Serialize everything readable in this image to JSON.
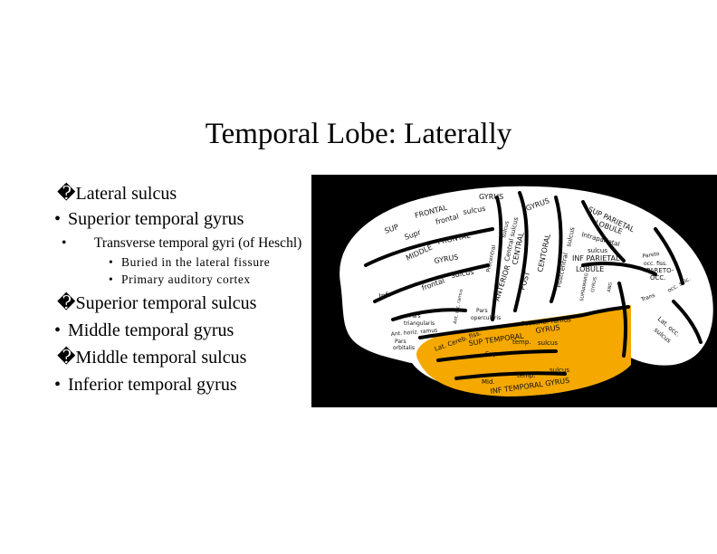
{
  "slide": {
    "title": "Temporal Lobe: Laterally",
    "bullets": [
      {
        "text": "�Lateral sulcus",
        "level": 1,
        "glyph": true
      },
      {
        "text": "Superior temporal gyrus",
        "level": 1
      },
      {
        "text": "Transverse temporal gyri (of Heschl)",
        "level": 2
      },
      {
        "text": "Buried in the lateral fissure",
        "level": 3
      },
      {
        "text": "Primary auditory cortex",
        "level": 3
      },
      {
        "text": "�Superior temporal sulcus",
        "level": 1,
        "glyph": true
      },
      {
        "text": "Middle temporal gyrus",
        "level": 1
      },
      {
        "text": "�Middle temporal sulcus",
        "level": 1,
        "glyph": true
      },
      {
        "text": "Inferior temporal gyrus",
        "level": 1
      }
    ],
    "bullet_symbol": "•"
  },
  "brain_figure": {
    "highlight_color": "#f5a800",
    "labels": {
      "gyrus_top": "GYRUS",
      "frontal_top": "FRONTAL",
      "sulcus_top": "sulcus",
      "sup": "SUP",
      "frontal_mid": "frontal",
      "supr": "Supr",
      "frontal_2": "FRONTAL",
      "middle": "MIDDLE",
      "gyrus_mid": "GYRUS",
      "infr": "Infr",
      "frontal_low": "frontal",
      "sulcus_low": "sulcus",
      "precentral": "Precentral",
      "sulcus_pc": "sulcus",
      "central": "CENTRAL",
      "central_sulcus": "Central sulcus",
      "anterior": "ANTERIOR",
      "post": "POST",
      "gyrus_pc": "GYRUS",
      "centroal": "CENTORAL",
      "postcentral": "Postcentral",
      "sulcus_post": "sulcus",
      "sup_parietal": "SUP PARIETAL",
      "lobule": "LOBULE",
      "intraparietal": "Intraparietal",
      "sulcus_ip": "sulcus",
      "inf_parietal": "INF PARIETAL",
      "lobule2": "LOBULE",
      "pareto": "Pareto",
      "occ_fiss": "occ. fiss.",
      "pareto_occ": "PARETO-",
      "occ": "OCC.",
      "supramarg": "SUPRAMARG",
      "gyrus_sm": "GYRUS",
      "ang": "ANG",
      "trans": "Trans",
      "occ_sulc": "occ. sulc.",
      "lat_occ": "Lat. occ.",
      "sulcus_lo": "sulcus",
      "pars_tri": "Pars",
      "triangularis": "triangularis",
      "ant_asc": "Ant. asc. ramus",
      "pars_op": "Pars",
      "opercularis": "opercularis",
      "ant_horiz": "Ant. horiz. ramus",
      "pars_orb": "Pars",
      "orbitalis": "orbitalis",
      "lat_cereb": "Lat. Cereb. fiss.",
      "posterior_ramus": "Posterior ramus",
      "gyrus_sup": "GYRUS",
      "sup_temporal": "SUP TEMPORAL",
      "supr_temp": "temp.",
      "sulcus_st": "sulcus",
      "supr2": "Supr",
      "mid": "Mid.",
      "temp": "temp.",
      "sulcus_mt": "sulcus",
      "inf_temporal": "INF TEMPORAL GYRUS"
    }
  }
}
